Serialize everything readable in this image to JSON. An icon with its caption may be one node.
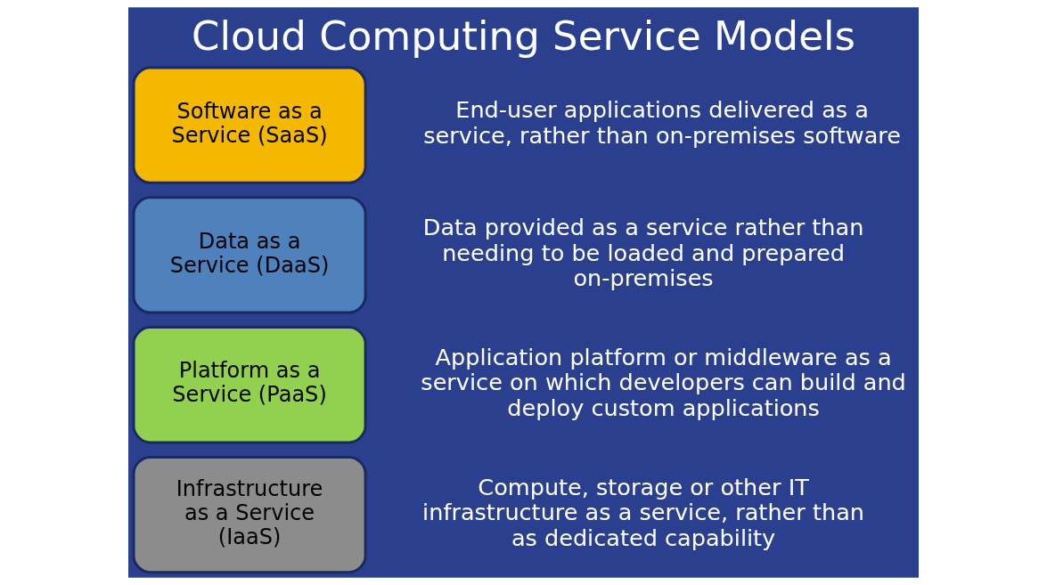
{
  "diagram": {
    "title": "Cloud Computing Service Models",
    "nodes": [
      {
        "text": [
          "Software as a Service (SaaS)"
        ],
        "beside": [
          "End-user applications delivered as a service, rather than on-premises software"
        ]
      },
      {
        "text": [
          "Data as a Service (DaaS)"
        ],
        "beside": [
          "Data provided as a service rather than needing to be loaded and prepared on-premises"
        ]
      },
      {
        "text": [
          "Platform as a Service (PaaS)"
        ],
        "beside": [
          "Application platform or middleware as a service on which developers can build and deploy custom applications"
        ]
      },
      {
        "text": [
          "Infrastructure as a Service (IaaS)"
        ],
        "beside": [
          "Compute, storage or other IT infrastructure as a service, rather than as dedicated capability"
        ]
      }
    ]
  }
}
